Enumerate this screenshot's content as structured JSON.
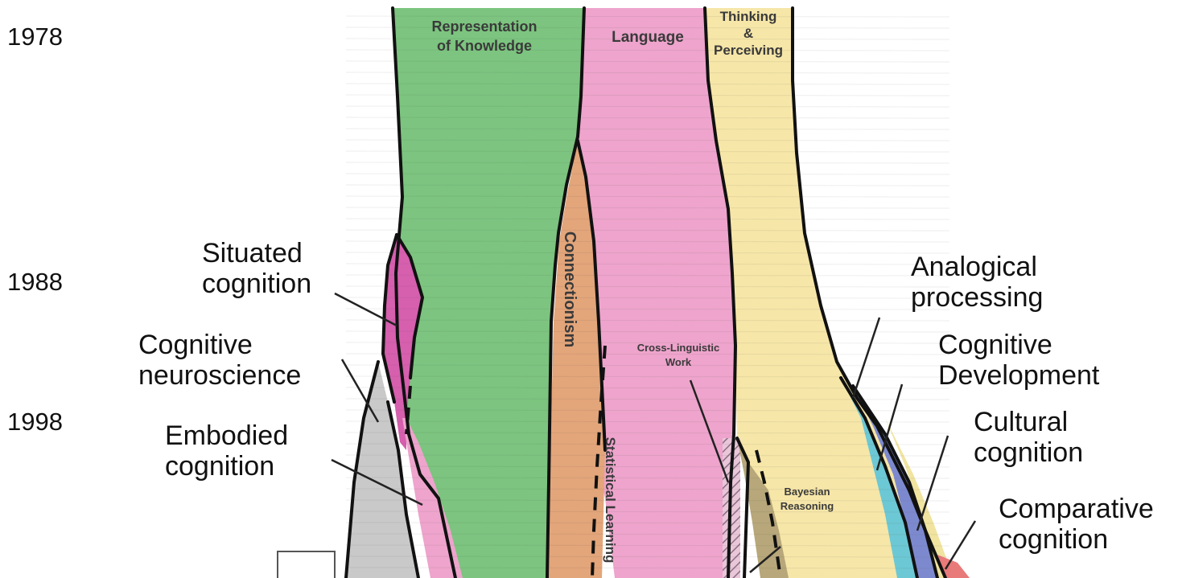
{
  "years": {
    "y1978": "1978",
    "y1988": "1988",
    "y1998": "1998"
  },
  "streams": {
    "representation": "Representation\nof Knowledge",
    "language": "Language",
    "thinking": "Thinking\n&\nPerceiving",
    "connectionism": "Connectionism",
    "statistical": "Statistical Learning",
    "cross_linguistic": "Cross-Linguistic\nWork",
    "bayesian": "Bayesian\nReasoning"
  },
  "callouts": {
    "situated": "Situated\ncognition",
    "neuroscience": "Cognitive\nneuroscience",
    "embodied": "Embodied\ncognition",
    "analogical": "Analogical\nprocessing",
    "development": "Cognitive\nDevelopment",
    "cultural": "Cultural\ncognition",
    "comparative": "Comparative\ncognition"
  },
  "colors": {
    "representation": "#7cc47f",
    "language": "#eea4cc",
    "thinking": "#f6e6a8",
    "connectionism": "#e3a57a",
    "situated": "#d65fae",
    "neuroscience": "#c9c9c9",
    "embodied": "#eea4cc",
    "bayesian": "#b7a77a",
    "analogical": "#6cc8d4",
    "development": "#7d89cf",
    "cultural": "#f0e4a0",
    "comparative": "#e97a7a"
  }
}
